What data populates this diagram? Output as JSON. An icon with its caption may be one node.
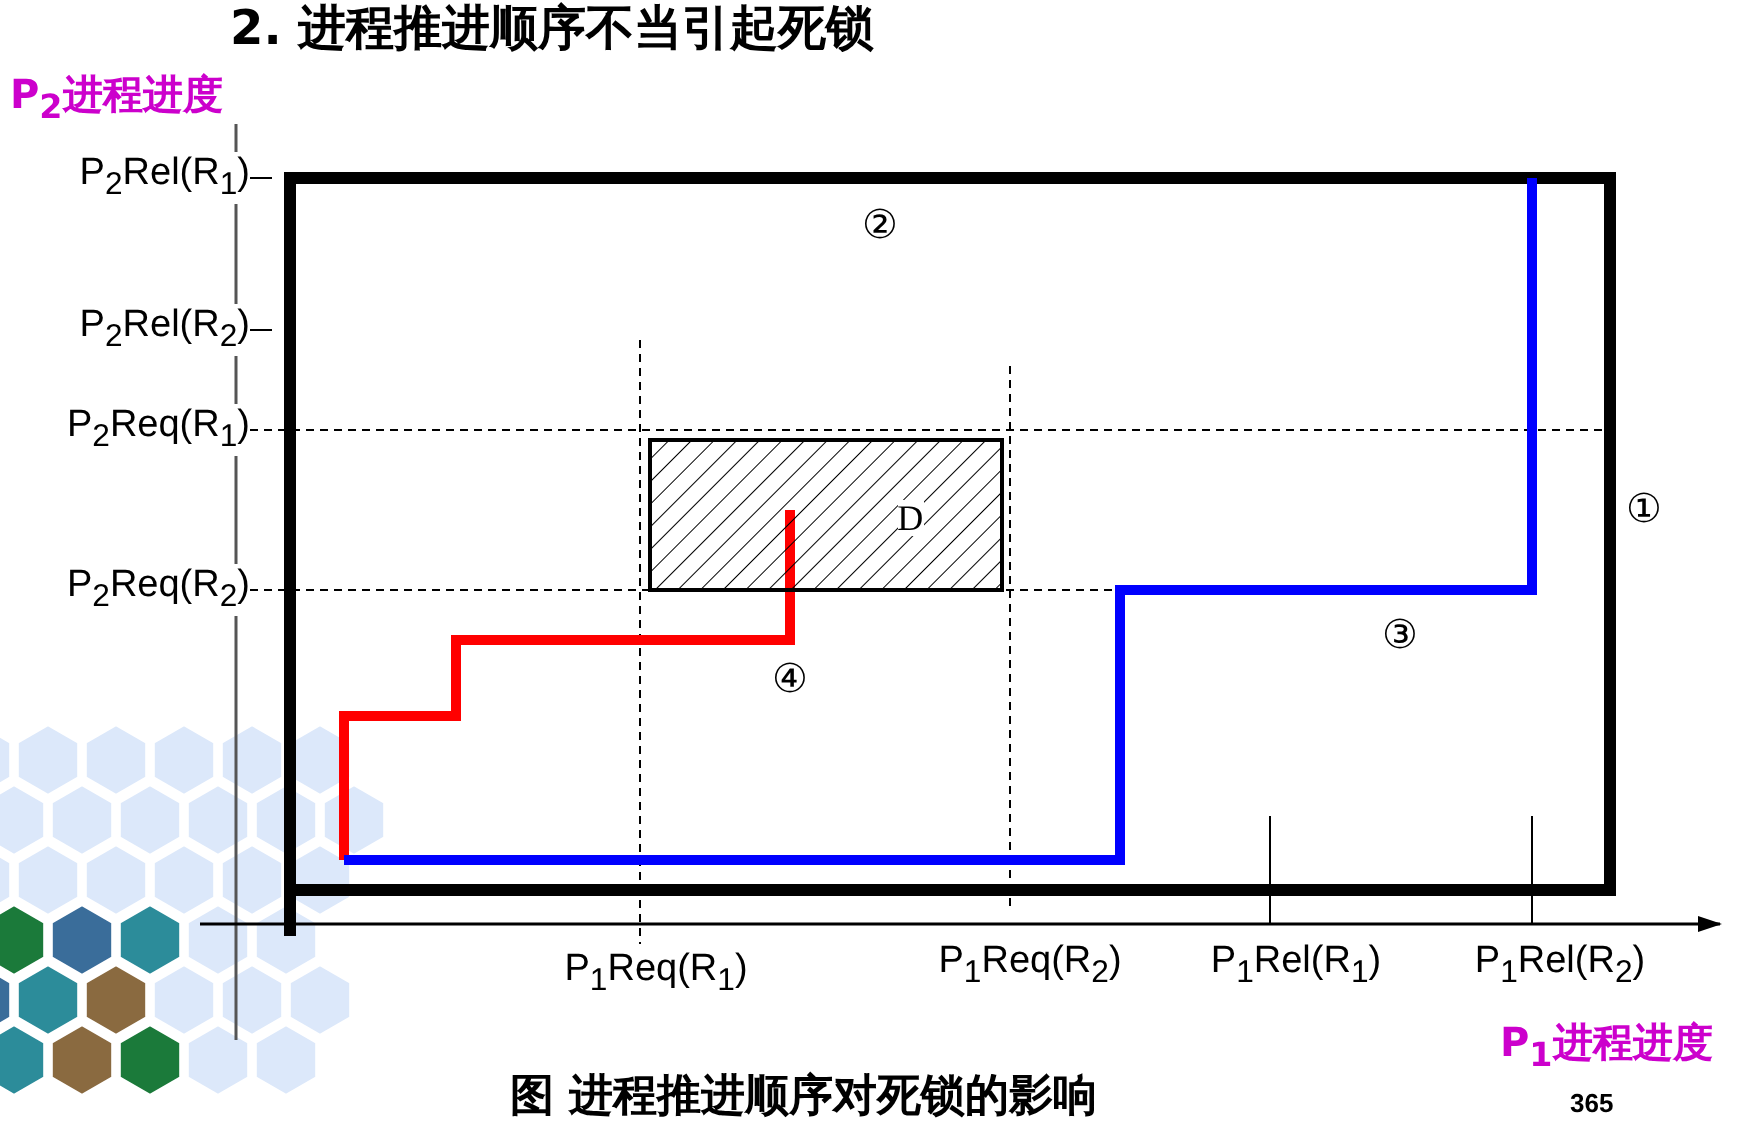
{
  "diagram": {
    "title": "2. 进程推进顺序不当引起死锁",
    "caption": "图  进程推进顺序对死锁的影响",
    "nodes": [
      {
        "text": [
          "D"
        ]
      }
    ],
    "labels": [
      "P$_{2}$进程进度",
      "P$_{2}$Rel(R$_{1}$)",
      "②",
      "P$_{2}$Rel(R$_{2}$)",
      "P$_{2}$Req(R$_{1}$)",
      "①",
      "P$_{2}$Req(R$_{2}$)",
      "③",
      "④",
      "P$_{1}$Req(R$_{1}$)",
      "P$_{1}$Req(R$_{2}$)",
      "P$_{1}$Rel(R$_{1}$)",
      "P$_{1}$Rel(R$_{2}$)",
      "P$_{1}$进程进度",
      "365"
    ]
  }
}
